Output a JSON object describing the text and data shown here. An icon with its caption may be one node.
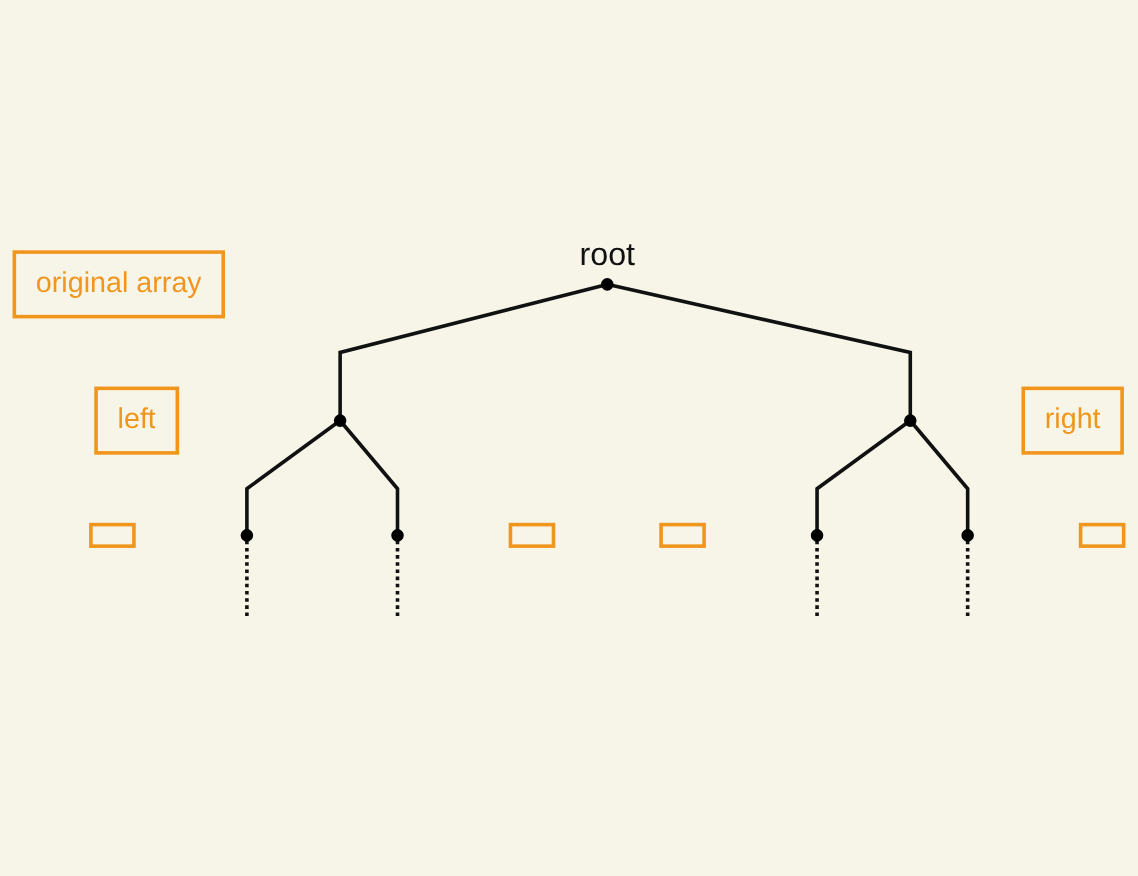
{
  "diagram": {
    "nodes": [
      {
        "text": [
          "original array"
        ]
      },
      {
        "text": [],
        "shape": "circle",
        "beside": [
          "root"
        ]
      },
      {
        "text": [
          "left"
        ]
      },
      {
        "text": [],
        "shape": "circle"
      },
      {
        "text": [],
        "shape": "circle"
      },
      {
        "text": [
          "right"
        ]
      },
      {
        "text": [],
        "shape": "box"
      },
      {
        "text": [],
        "shape": "circle"
      },
      {
        "text": [],
        "shape": "circle"
      },
      {
        "text": [],
        "shape": "box"
      },
      {
        "text": [],
        "shape": "box"
      },
      {
        "text": [],
        "shape": "circle"
      },
      {
        "text": [],
        "shape": "circle"
      },
      {
        "text": [],
        "shape": "box"
      }
    ],
    "edges": [
      {
        "from": 1,
        "to": 3,
        "arrow": "none"
      },
      {
        "from": 1,
        "to": 4,
        "arrow": "none"
      },
      {
        "from": 3,
        "to": 7,
        "arrow": "none"
      },
      {
        "from": 3,
        "to": 8,
        "arrow": "none"
      },
      {
        "from": 4,
        "to": 11,
        "arrow": "none"
      },
      {
        "from": 4,
        "to": 12,
        "arrow": "none"
      },
      {
        "from": 7,
        "to": null,
        "arrow": "none",
        "style": "dashed"
      },
      {
        "from": 8,
        "to": null,
        "arrow": "none",
        "style": "dashed"
      },
      {
        "from": 11,
        "to": null,
        "arrow": "none",
        "style": "dashed"
      },
      {
        "from": 12,
        "to": null,
        "arrow": "none",
        "style": "dashed"
      }
    ]
  }
}
